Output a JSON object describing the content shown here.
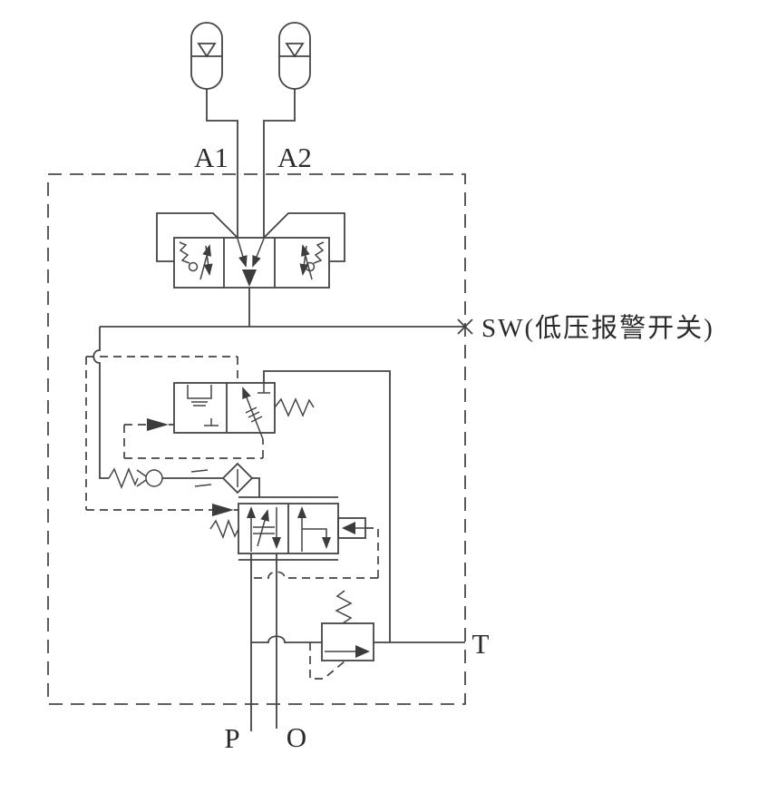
{
  "diagram": {
    "type": "hydraulic-schematic",
    "labels": {
      "accumulator_port_1": "A1",
      "accumulator_port_2": "A2",
      "pressure_switch": "SW(低压报警开关)",
      "tank_port": "T",
      "pump_port": "P",
      "drain_port": "O"
    },
    "colors": {
      "line": "#444444",
      "text": "#2b2b2b",
      "background": "#ffffff"
    }
  }
}
